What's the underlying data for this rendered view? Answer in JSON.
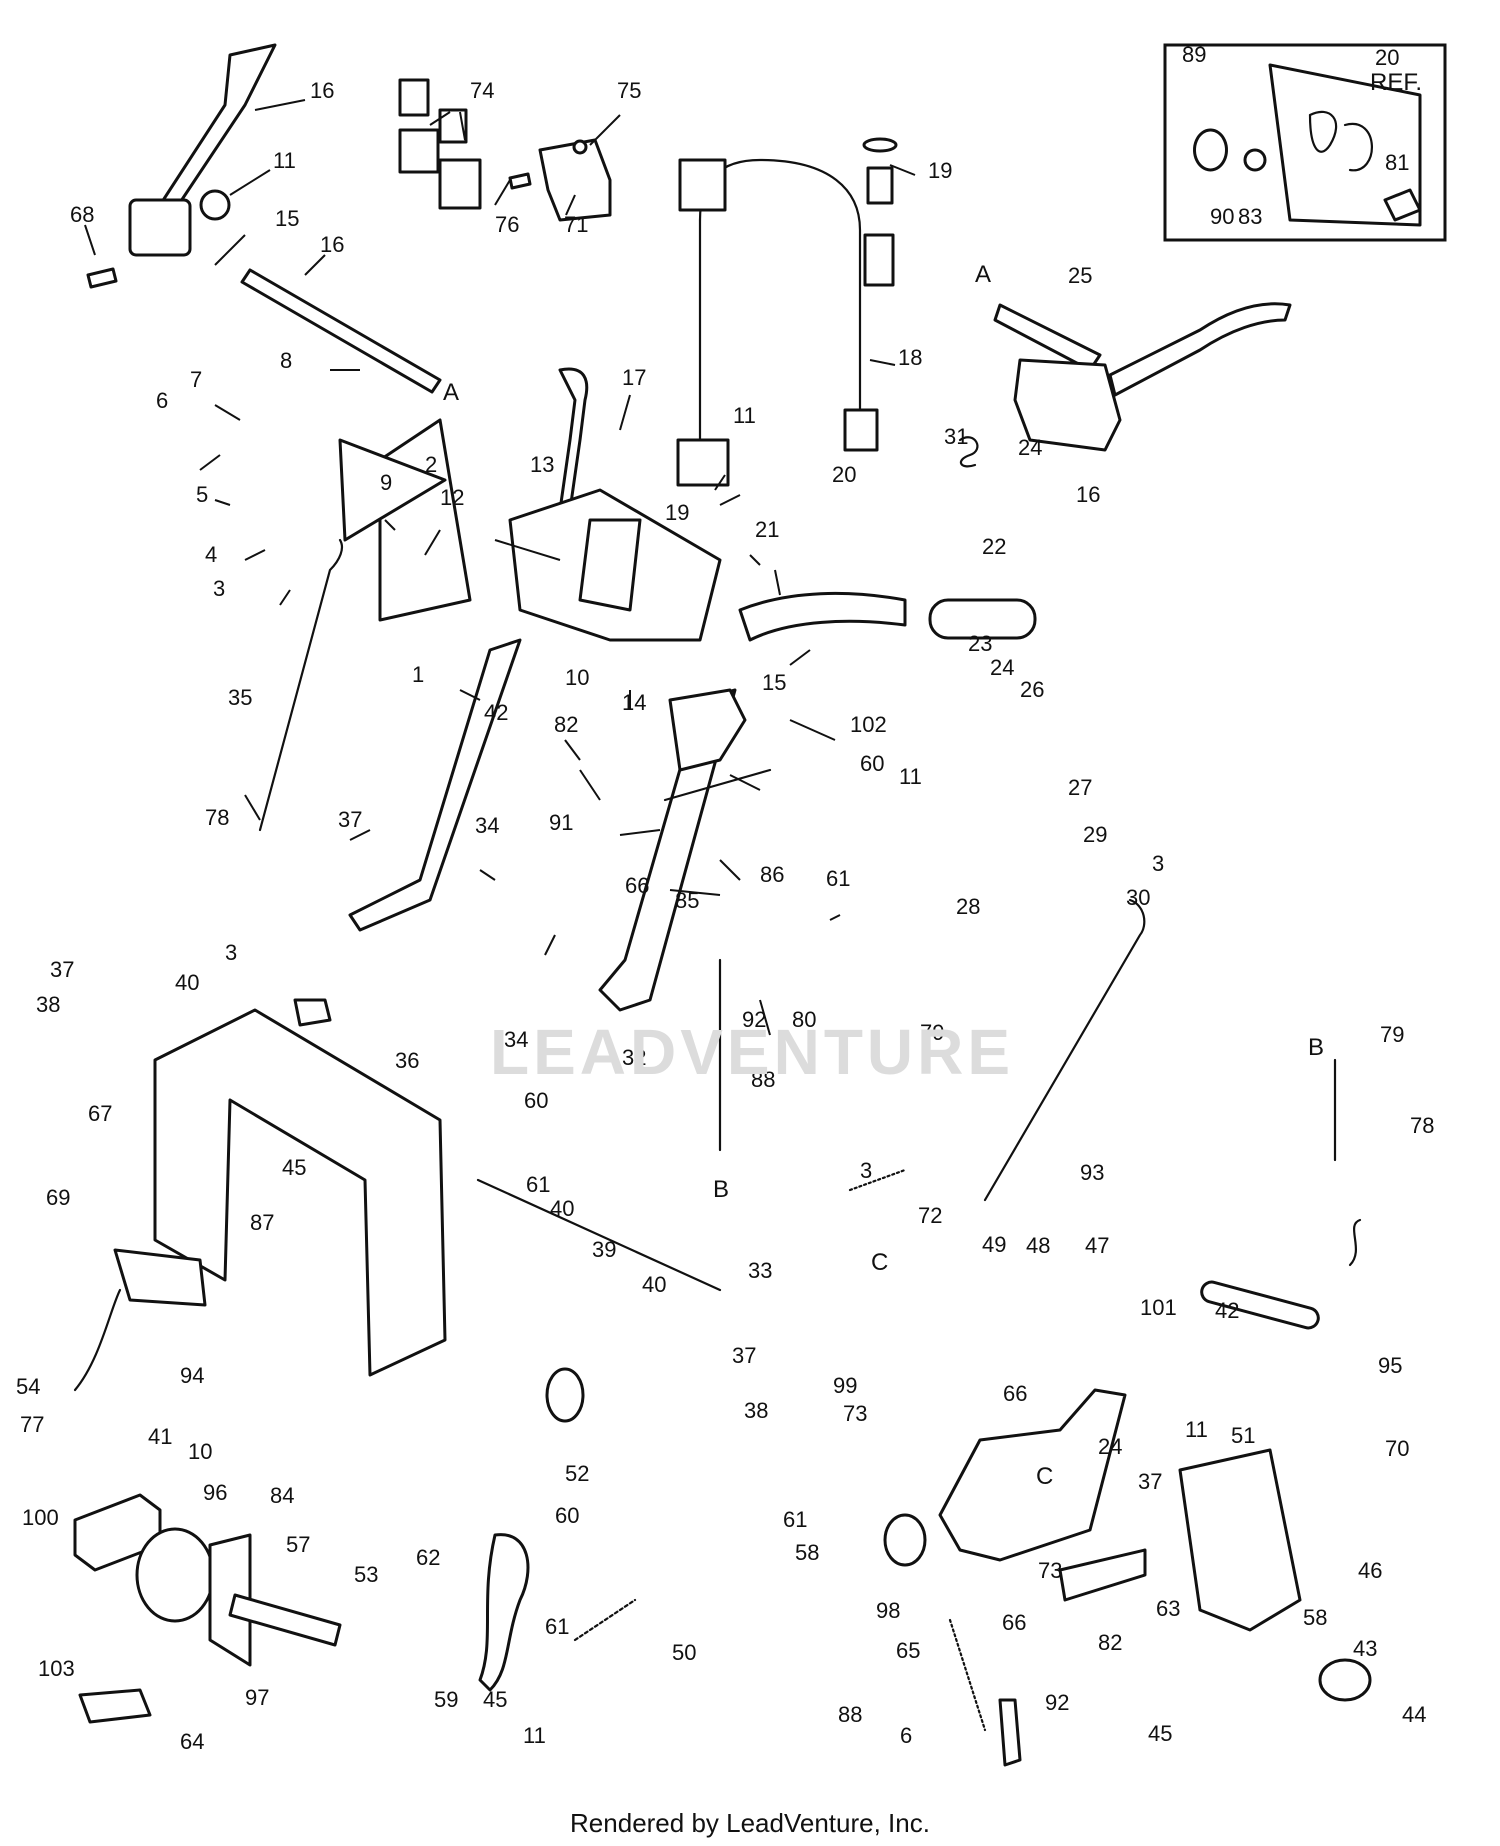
{
  "diagram": {
    "callouts": [
      {
        "id": "c1",
        "label": "16"
      },
      {
        "id": "c2",
        "label": "11"
      },
      {
        "id": "c3",
        "label": "68"
      },
      {
        "id": "c4",
        "label": "15"
      },
      {
        "id": "c5",
        "label": "16"
      },
      {
        "id": "c6",
        "label": "74"
      },
      {
        "id": "c7",
        "label": "75"
      },
      {
        "id": "c8",
        "label": "76"
      },
      {
        "id": "c9",
        "label": "71"
      },
      {
        "id": "c10",
        "label": "19"
      },
      {
        "id": "c11",
        "label": "18"
      },
      {
        "id": "c12",
        "label": "8"
      },
      {
        "id": "c13",
        "label": "7"
      },
      {
        "id": "c14",
        "label": "6"
      },
      {
        "id": "c15",
        "label": "5"
      },
      {
        "id": "c16",
        "label": "4"
      },
      {
        "id": "c17",
        "label": "9"
      },
      {
        "id": "c18",
        "label": "2"
      },
      {
        "id": "c19",
        "label": "12"
      },
      {
        "id": "c20",
        "label": "13"
      },
      {
        "id": "c21",
        "label": "17"
      },
      {
        "id": "c22",
        "label": "11"
      },
      {
        "id": "c23",
        "label": "20"
      },
      {
        "id": "c24",
        "label": "19"
      },
      {
        "id": "c25",
        "label": "21"
      },
      {
        "id": "c26",
        "label": "3"
      },
      {
        "id": "c27",
        "label": "10"
      },
      {
        "id": "c28",
        "label": "14"
      },
      {
        "id": "c29",
        "label": "15"
      },
      {
        "id": "c30",
        "label": "1"
      },
      {
        "id": "c31",
        "label": "35"
      },
      {
        "id": "c32",
        "label": "42"
      },
      {
        "id": "c33",
        "label": "82"
      },
      {
        "id": "c34",
        "label": "102"
      },
      {
        "id": "c35",
        "label": "60"
      },
      {
        "id": "c36",
        "label": "78"
      },
      {
        "id": "c37",
        "label": "37"
      },
      {
        "id": "c38",
        "label": "34"
      },
      {
        "id": "c39",
        "label": "91"
      },
      {
        "id": "c40",
        "label": "86"
      },
      {
        "id": "c41",
        "label": "61"
      },
      {
        "id": "c42",
        "label": "66"
      },
      {
        "id": "c43",
        "label": "85"
      },
      {
        "id": "c44",
        "label": "92"
      },
      {
        "id": "c45",
        "label": "80"
      },
      {
        "id": "c46",
        "label": "34"
      },
      {
        "id": "c47",
        "label": "32"
      },
      {
        "id": "c48",
        "label": "88"
      },
      {
        "id": "c49",
        "label": "25"
      },
      {
        "id": "c50",
        "label": "31"
      },
      {
        "id": "c51",
        "label": "24"
      },
      {
        "id": "c52",
        "label": "16"
      },
      {
        "id": "c53",
        "label": "22"
      },
      {
        "id": "c54",
        "label": "23"
      },
      {
        "id": "c55",
        "label": "24"
      },
      {
        "id": "c56",
        "label": "26"
      },
      {
        "id": "c57",
        "label": "11"
      },
      {
        "id": "c58",
        "label": "27"
      },
      {
        "id": "c59",
        "label": "29"
      },
      {
        "id": "c60",
        "label": "3"
      },
      {
        "id": "c61",
        "label": "28"
      },
      {
        "id": "c62",
        "label": "30"
      },
      {
        "id": "c63",
        "label": "89"
      },
      {
        "id": "c64",
        "label": "20"
      },
      {
        "id": "c65",
        "label": "90"
      },
      {
        "id": "c66",
        "label": "83"
      },
      {
        "id": "c67",
        "label": "81"
      },
      {
        "id": "c68",
        "label": "3"
      },
      {
        "id": "c69",
        "label": "37"
      },
      {
        "id": "c70",
        "label": "40"
      },
      {
        "id": "c71",
        "label": "38"
      },
      {
        "id": "c72",
        "label": "36"
      },
      {
        "id": "c73",
        "label": "67"
      },
      {
        "id": "c74",
        "label": "45"
      },
      {
        "id": "c75",
        "label": "69"
      },
      {
        "id": "c76",
        "label": "87"
      },
      {
        "id": "c77",
        "label": "94"
      },
      {
        "id": "c78",
        "label": "60"
      },
      {
        "id": "c79",
        "label": "61"
      },
      {
        "id": "c80",
        "label": "40"
      },
      {
        "id": "c81",
        "label": "39"
      },
      {
        "id": "c82",
        "label": "40"
      },
      {
        "id": "c83",
        "label": "37"
      },
      {
        "id": "c84",
        "label": "38"
      },
      {
        "id": "c85",
        "label": "52"
      },
      {
        "id": "c86",
        "label": "79"
      },
      {
        "id": "c87",
        "label": "3"
      },
      {
        "id": "c88",
        "label": "79"
      },
      {
        "id": "c89",
        "label": "93"
      },
      {
        "id": "c90",
        "label": "78"
      },
      {
        "id": "c91",
        "label": "33"
      },
      {
        "id": "c92",
        "label": "72"
      },
      {
        "id": "c93",
        "label": "49"
      },
      {
        "id": "c94",
        "label": "48"
      },
      {
        "id": "c95",
        "label": "47"
      },
      {
        "id": "c96",
        "label": "101"
      },
      {
        "id": "c97",
        "label": "42"
      },
      {
        "id": "c98",
        "label": "95"
      },
      {
        "id": "c99",
        "label": "99"
      },
      {
        "id": "c100",
        "label": "66"
      },
      {
        "id": "c101",
        "label": "73"
      },
      {
        "id": "c102",
        "label": "51"
      },
      {
        "id": "c103",
        "label": "11"
      },
      {
        "id": "c104",
        "label": "24"
      },
      {
        "id": "c105",
        "label": "37"
      },
      {
        "id": "c106",
        "label": "70"
      },
      {
        "id": "c107",
        "label": "61"
      },
      {
        "id": "c108",
        "label": "58"
      },
      {
        "id": "c109",
        "label": "73"
      },
      {
        "id": "c110",
        "label": "63"
      },
      {
        "id": "c111",
        "label": "46"
      },
      {
        "id": "c112",
        "label": "98"
      },
      {
        "id": "c113",
        "label": "66"
      },
      {
        "id": "c114",
        "label": "82"
      },
      {
        "id": "c115",
        "label": "58"
      },
      {
        "id": "c116",
        "label": "43"
      },
      {
        "id": "c117",
        "label": "65"
      },
      {
        "id": "c118",
        "label": "88"
      },
      {
        "id": "c119",
        "label": "92"
      },
      {
        "id": "c120",
        "label": "6"
      },
      {
        "id": "c121",
        "label": "45"
      },
      {
        "id": "c122",
        "label": "44"
      },
      {
        "id": "c123",
        "label": "54"
      },
      {
        "id": "c124",
        "label": "77"
      },
      {
        "id": "c125",
        "label": "41"
      },
      {
        "id": "c126",
        "label": "10"
      },
      {
        "id": "c127",
        "label": "100"
      },
      {
        "id": "c128",
        "label": "96"
      },
      {
        "id": "c129",
        "label": "84"
      },
      {
        "id": "c130",
        "label": "57"
      },
      {
        "id": "c131",
        "label": "53"
      },
      {
        "id": "c132",
        "label": "103"
      },
      {
        "id": "c133",
        "label": "97"
      },
      {
        "id": "c134",
        "label": "64"
      },
      {
        "id": "c135",
        "label": "62"
      },
      {
        "id": "c136",
        "label": "60"
      },
      {
        "id": "c137",
        "label": "61"
      },
      {
        "id": "c138",
        "label": "59"
      },
      {
        "id": "c139",
        "label": "45"
      },
      {
        "id": "c140",
        "label": "11"
      },
      {
        "id": "c141",
        "label": "50"
      }
    ],
    "reference_letters": [
      {
        "id": "r1",
        "label": "A"
      },
      {
        "id": "r2",
        "label": "A"
      },
      {
        "id": "r3",
        "label": "B"
      },
      {
        "id": "r4",
        "label": "B"
      },
      {
        "id": "r5",
        "label": "C"
      },
      {
        "id": "r6",
        "label": "C"
      }
    ],
    "inset_ref": "REF.",
    "watermark": "LEADVENTURE"
  },
  "footer": "Rendered by LeadVenture, Inc."
}
